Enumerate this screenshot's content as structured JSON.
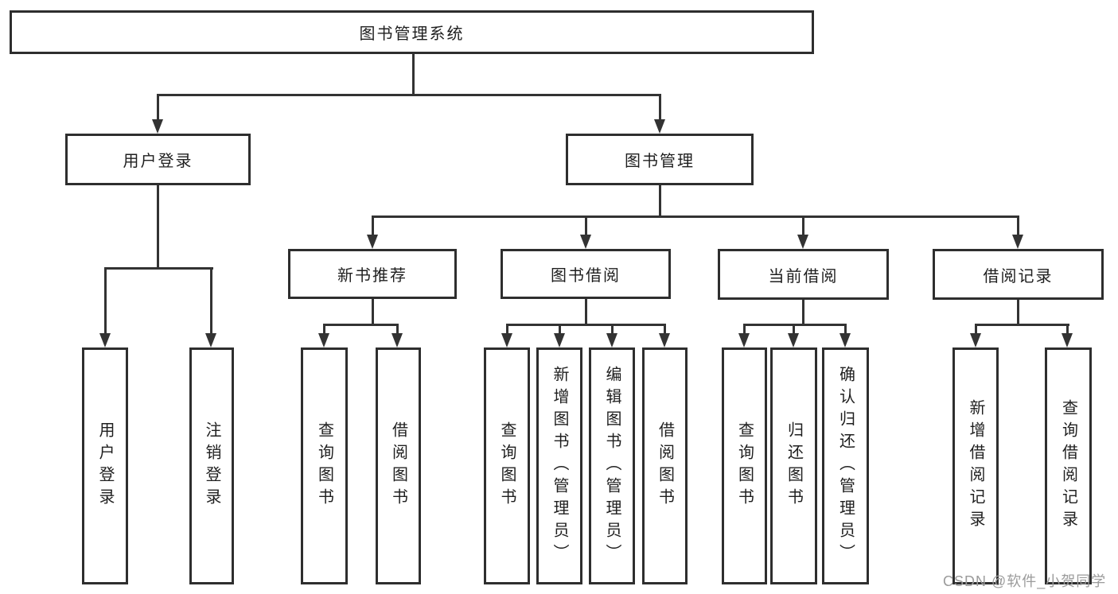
{
  "tree": {
    "root": {
      "label": "图书管理系统"
    },
    "level2": {
      "user_login": {
        "label": "用户登录"
      },
      "book_mgmt": {
        "label": "图书管理"
      }
    },
    "level3": {
      "new_book_rec": {
        "label": "新书推荐"
      },
      "book_borrow": {
        "label": "图书借阅"
      },
      "current_borrow": {
        "label": "当前借阅"
      },
      "borrow_records": {
        "label": "借阅记录"
      }
    },
    "leaves": {
      "user_login": "用户登录",
      "logout": "注销登录",
      "query_books_rec": "查询图书",
      "borrow_books_rec": "借阅图书",
      "query_books_borrow": "查询图书",
      "add_books_admin": "新增图书（管理员）",
      "edit_books_admin": "编辑图书（管理员）",
      "borrow_books_2": "借阅图书",
      "query_books_current": "查询图书",
      "return_books": "归还图书",
      "confirm_return_admin": "确认归还（管理员）",
      "add_borrow_record": "新增借阅记录",
      "query_borrow_record": "查询借阅记录"
    },
    "watermark": "CSDN @软件_小贺同学",
    "colors": {
      "line": "#333333",
      "box_border": "#2e2e2e",
      "text": "#1f1f1f",
      "background": "#ffffff",
      "watermark": "#9b9b9b"
    }
  }
}
